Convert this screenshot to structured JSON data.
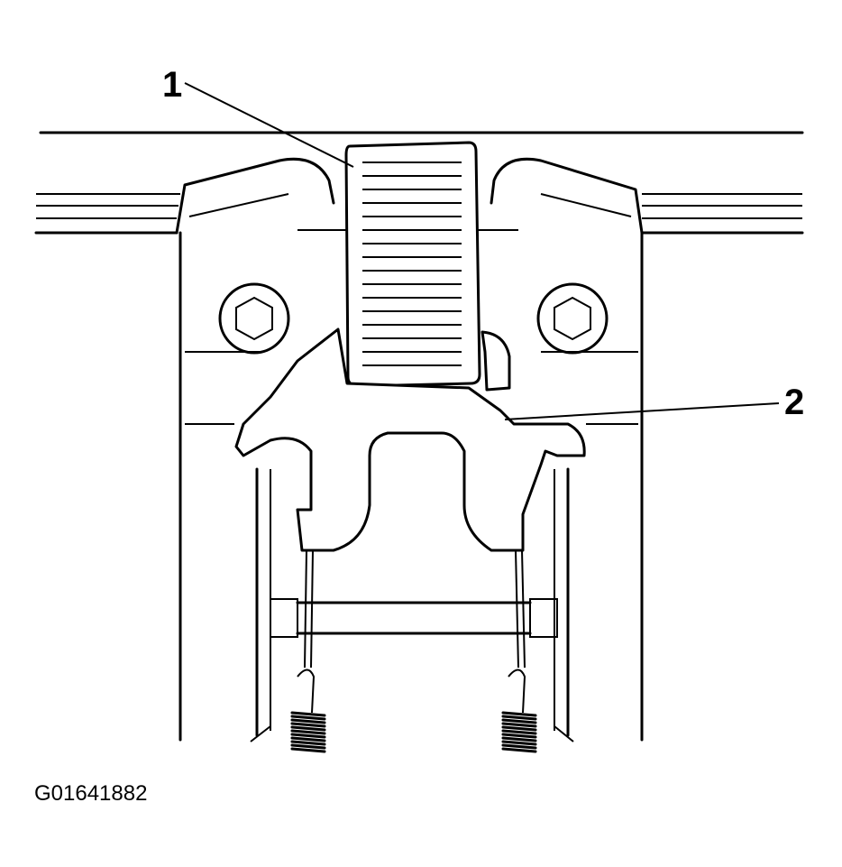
{
  "callouts": [
    {
      "id": "1",
      "label": "1"
    },
    {
      "id": "2",
      "label": "2"
    }
  ],
  "figure_id": "G01641882"
}
